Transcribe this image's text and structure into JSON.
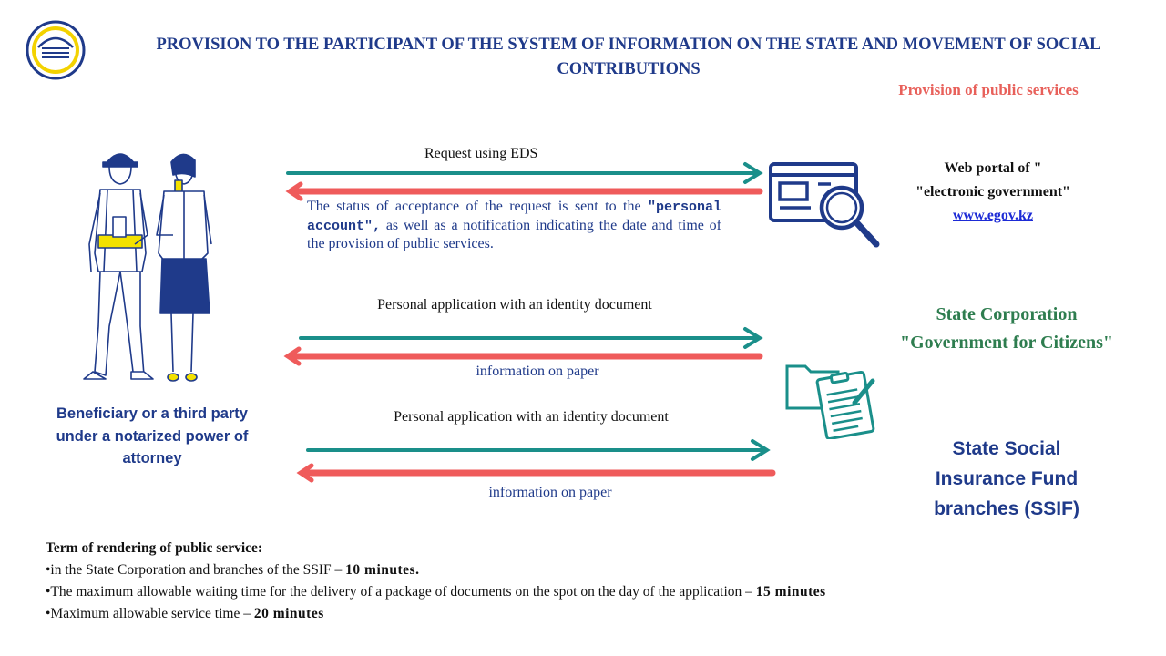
{
  "title": "PROVISION TO THE PARTICIPANT OF THE SYSTEM OF INFORMATION  ON THE STATE AND MOVEMENT  OF SOCIAL CONTRIBUTIONS",
  "provision_header": "Provision of public services",
  "flows": {
    "request_eds": "Request using EDS",
    "status_text_1": "The status of acceptance of the request is sent to the ",
    "status_bold": "\"personal account\",",
    "status_text_2": " as well as a notification indicating the date and time of the provision of public services.",
    "personal_app_1": "Personal application with an identity document",
    "info_paper_1": "information  on paper",
    "personal_app_2": "Personal application with an identity document",
    "info_paper_2": "information  on paper"
  },
  "web_portal": {
    "label": "Web portal of \" \"electronic government\"",
    "link": "www.egov.kz"
  },
  "state_corp": {
    "line1": "State Corporation",
    "line2": "\"Government for Citizens\""
  },
  "ssif": "State Social Insurance Fund branches  (SSIF)",
  "beneficiary": "Beneficiary or a third party under a notarized power of attorney",
  "terms": {
    "heading": "Term  of rendering  of public service:",
    "item1_text": "•in the State Corporation and branches of the SSIF – ",
    "item1_bold": "10 minutes.",
    "item2_text": "•The maximum  allowable  waiting  time  for the delivery  of a package  of documents  on the spot  on the day  of the application  – ",
    "item2_bold": "15 minutes",
    "item3_text": "•Maximum  allowable  service  time  – ",
    "item3_bold": "20 minutes"
  },
  "colors": {
    "teal": "#1a8f8a",
    "coral": "#ef5b5b",
    "navy": "#1f3a8a",
    "green": "#2e7d4f"
  },
  "icons": {
    "logo": "organization-logo-icon",
    "workers": "workers-illustration-icon",
    "web": "web-search-icon",
    "documents": "documents-clipboard-icon"
  }
}
